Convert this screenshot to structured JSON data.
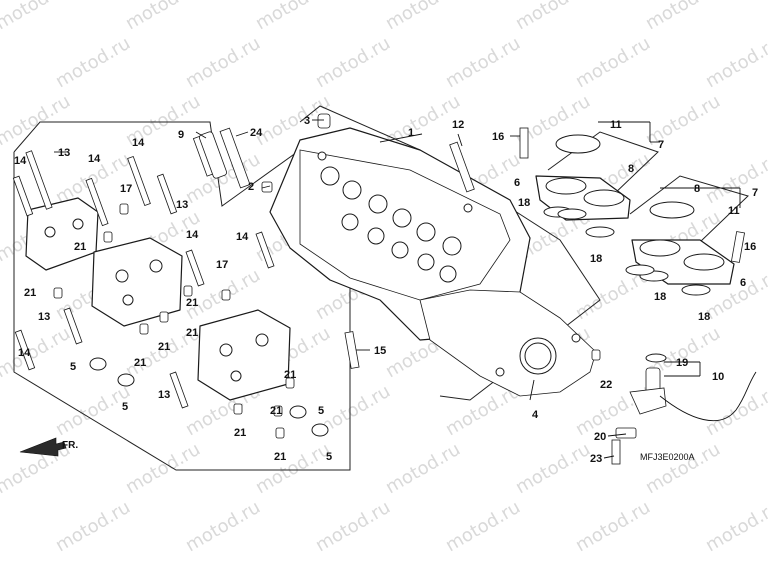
{
  "watermark": {
    "text": "motod.ru",
    "color": "#d9d9d9"
  },
  "diagram": {
    "drawing_code": "MFJ3E0200A",
    "direction_label": "FR.",
    "callouts": [
      "1",
      "2",
      "3",
      "4",
      "5",
      "6",
      "7",
      "8",
      "9",
      "10",
      "11",
      "12",
      "13",
      "14",
      "15",
      "16",
      "17",
      "18",
      "19",
      "20",
      "21",
      "22",
      "23",
      "24"
    ]
  }
}
